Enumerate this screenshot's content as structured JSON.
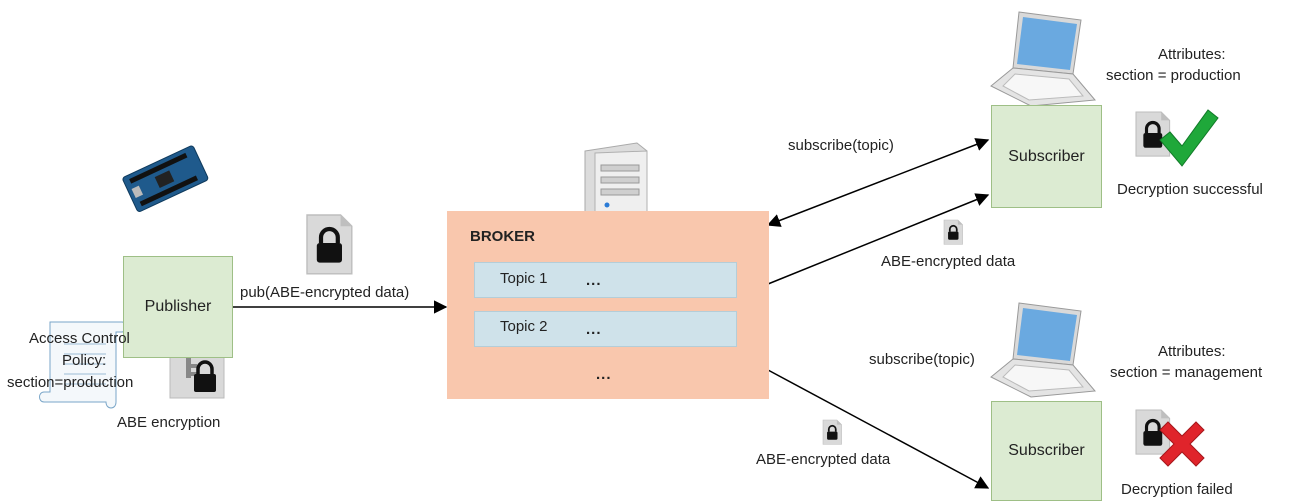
{
  "publisher": {
    "label": "Publisher",
    "policy_line1": "Access Control",
    "policy_line2": "Policy:",
    "policy_line3": "section=production",
    "encryption_label": "ABE encryption"
  },
  "pub_arrow_label": "pub(ABE-encrypted data)",
  "broker": {
    "title": "BROKER",
    "topics": [
      {
        "label": "Topic 1",
        "dots": "..."
      },
      {
        "label": "Topic 2",
        "dots": "..."
      }
    ],
    "more": "..."
  },
  "subscriber_top": {
    "label": "Subscriber",
    "attributes_title": "Attributes:",
    "attributes_value": "section = production",
    "subscribe_label": "subscribe(topic)",
    "data_label": "ABE-encrypted data",
    "result": "Decryption successful"
  },
  "subscriber_bottom": {
    "label": "Subscriber",
    "attributes_title": "Attributes:",
    "attributes_value": "section = management",
    "subscribe_label": "subscribe(topic)",
    "data_label": "ABE-encrypted data",
    "result": "Decryption failed"
  },
  "colors": {
    "green_box": "#dcebd2",
    "broker": "#f9c7ad",
    "topic": "#cfe2ea",
    "check": "#1fa83a",
    "cross": "#e0242b"
  }
}
